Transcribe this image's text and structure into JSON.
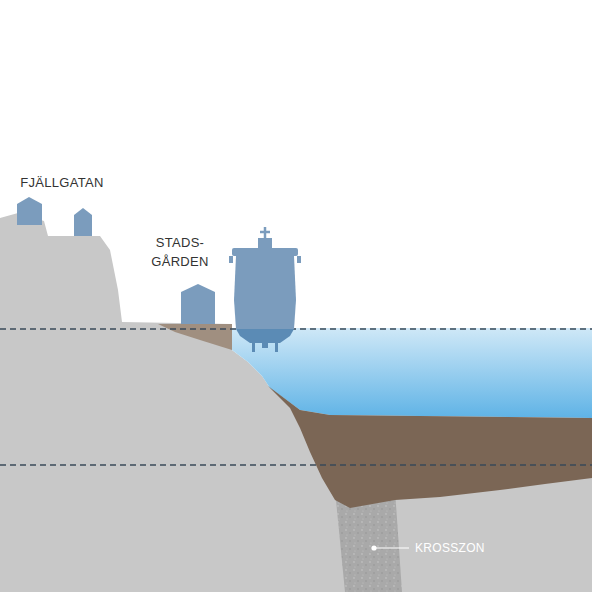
{
  "diagram": {
    "labels": [
      "FJÄLLGATAN",
      "STADS- GÅRDEN",
      "KROSSZON"
    ]
  }
}
